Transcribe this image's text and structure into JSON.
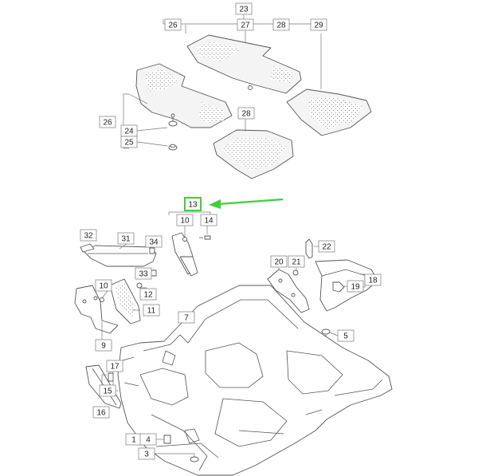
{
  "diagram": {
    "group_label": "23",
    "highlight": {
      "label": "13",
      "color": "#3fcf3a",
      "arrow_color": "#3fcf3a"
    },
    "callouts": [
      {
        "id": "c26a",
        "label": "26"
      },
      {
        "id": "c27",
        "label": "27"
      },
      {
        "id": "c28a",
        "label": "28"
      },
      {
        "id": "c29",
        "label": "29"
      },
      {
        "id": "c26b",
        "label": "26"
      },
      {
        "id": "c24",
        "label": "24"
      },
      {
        "id": "c25",
        "label": "25"
      },
      {
        "id": "c28b",
        "label": "28"
      },
      {
        "id": "c10a",
        "label": "10"
      },
      {
        "id": "c14",
        "label": "14"
      },
      {
        "id": "c32",
        "label": "32"
      },
      {
        "id": "c31",
        "label": "31"
      },
      {
        "id": "c34",
        "label": "34"
      },
      {
        "id": "c33",
        "label": "33"
      },
      {
        "id": "c22",
        "label": "22"
      },
      {
        "id": "c20",
        "label": "20"
      },
      {
        "id": "c21",
        "label": "21"
      },
      {
        "id": "c18",
        "label": "18"
      },
      {
        "id": "c19",
        "label": "19"
      },
      {
        "id": "c10b",
        "label": "10"
      },
      {
        "id": "c12",
        "label": "12"
      },
      {
        "id": "c11",
        "label": "11"
      },
      {
        "id": "c9",
        "label": "9"
      },
      {
        "id": "c7",
        "label": "7"
      },
      {
        "id": "c5",
        "label": "5"
      },
      {
        "id": "c17",
        "label": "17"
      },
      {
        "id": "c15",
        "label": "15"
      },
      {
        "id": "c16",
        "label": "16"
      },
      {
        "id": "c1",
        "label": "1"
      },
      {
        "id": "c4",
        "label": "4"
      },
      {
        "id": "c3",
        "label": "3"
      }
    ]
  }
}
